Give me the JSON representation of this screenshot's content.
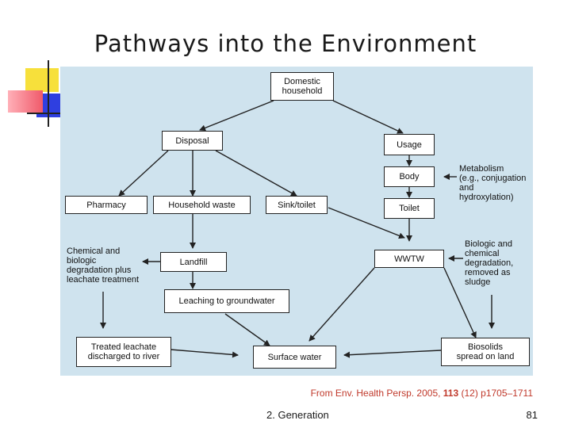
{
  "title": "Pathways into the Environment",
  "colors": {
    "background": "#cfe3ee",
    "accent_yellow": "#f7e03b",
    "accent_blue": "#2f3fe0",
    "accent_red": "#f05a6a",
    "citation": "#c0392b"
  },
  "nodes": {
    "domestic": "Domestic\nhousehold",
    "disposal": "Disposal",
    "usage": "Usage",
    "body": "Body",
    "toilet": "Toilet",
    "pharmacy": "Pharmacy",
    "household_waste": "Household waste",
    "sink_toilet": "Sink/toilet",
    "landfill": "Landfill",
    "wwtw": "WWTW",
    "leaching": "Leaching to groundwater",
    "treated_leachate": "Treated leachate\ndischarged to river",
    "surface_water": "Surface water",
    "biosolids": "Biosolids\nspread on land"
  },
  "notes": {
    "metabolism": "Metabolism\n(e.g., conjugation\nand\nhydroxylation)",
    "chemical": "Chemical and\nbiologic\ndegradation plus\nleachate treatment",
    "biologic": "Biologic and\nchemical\ndegradation,\nremoved as\nsludge"
  },
  "citation": {
    "prefix": "From Env. Health Persp. 2005, ",
    "volume": "113",
    "suffix": " (12) p1705–1711"
  },
  "footer": {
    "left": "2. Generation",
    "right": "81"
  }
}
